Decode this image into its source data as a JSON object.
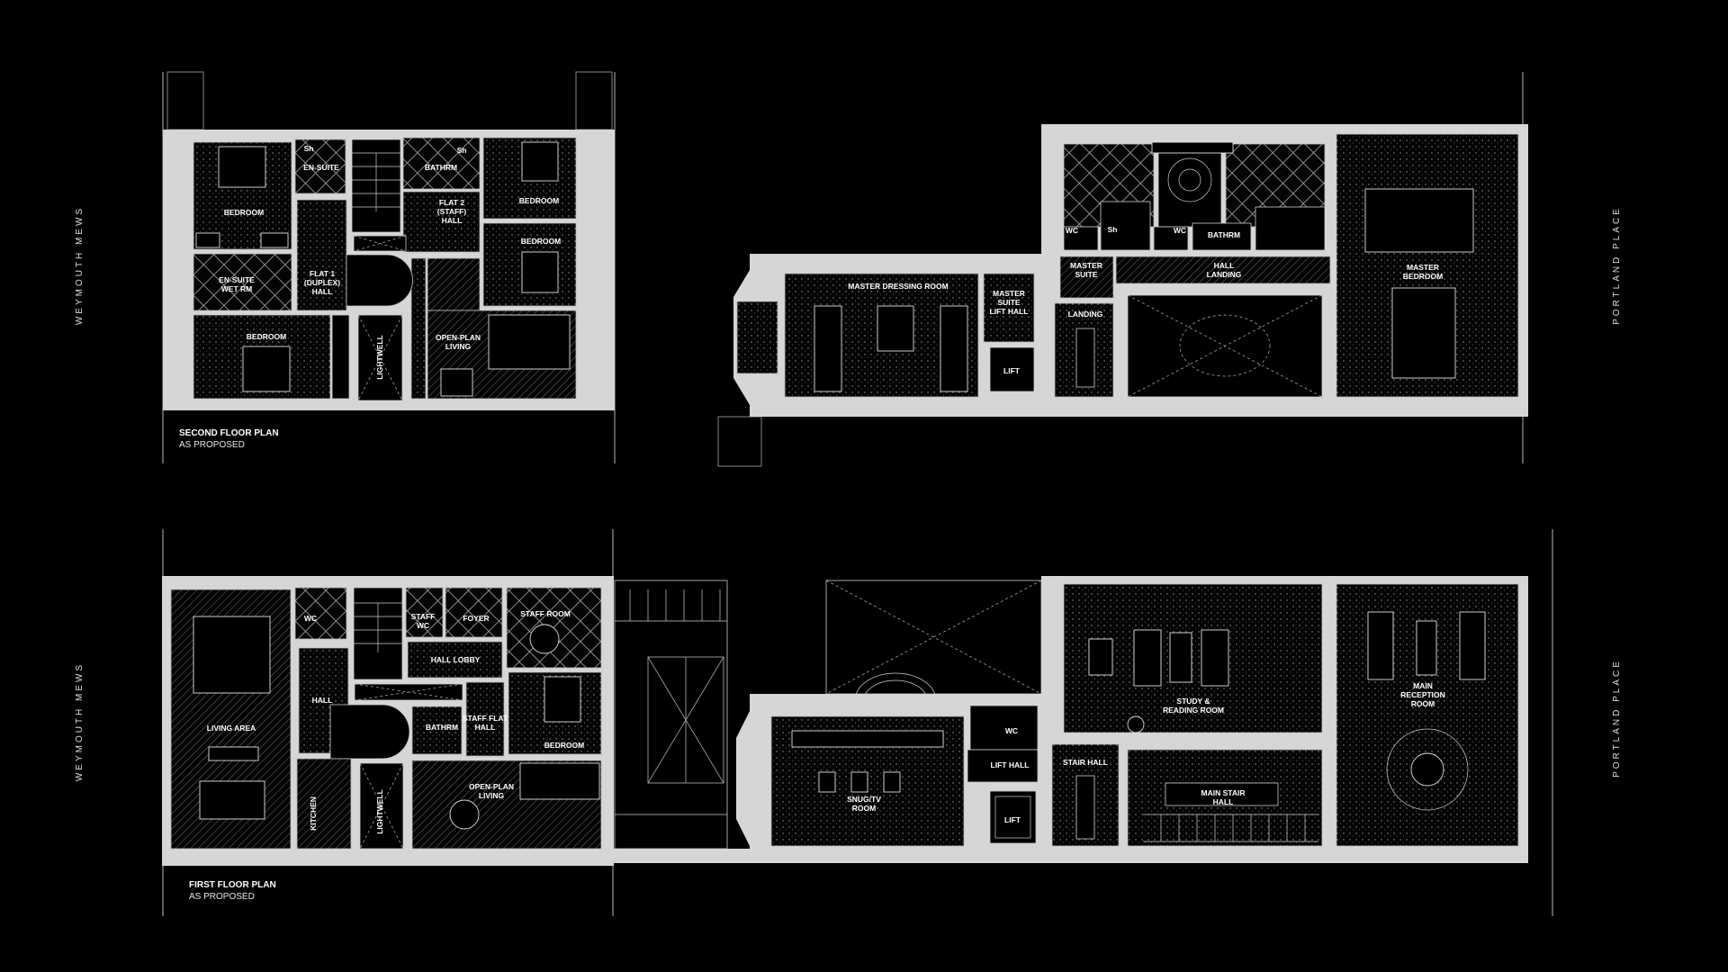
{
  "street_labels": {
    "left": "WEYMOUTH     MEWS",
    "right": "PORTLAND     PLACE"
  },
  "colors": {
    "background": "#000000",
    "walls": "#d6d6d6",
    "text": "#ffffff"
  },
  "second_floor": {
    "title": "SECOND FLOOR PLAN",
    "subtitle": "AS PROPOSED",
    "rooms": [
      {
        "lines": [
          "EN-SUITE"
        ]
      },
      {
        "lines": [
          "BATHRM"
        ]
      },
      {
        "lines": [
          "BEDROOM"
        ]
      },
      {
        "lines": [
          "FLAT 2",
          "(STAFF)",
          "HALL"
        ]
      },
      {
        "lines": [
          "BEDROOM"
        ]
      },
      {
        "lines": [
          "BEDROOM"
        ]
      },
      {
        "lines": [
          "EN-SUITE",
          "WET RM"
        ]
      },
      {
        "lines": [
          "FLAT 1",
          "(DUPLEX)",
          "HALL"
        ]
      },
      {
        "lines": [
          "BEDROOM"
        ]
      },
      {
        "lines": [
          "LIGHTWELL"
        ]
      },
      {
        "lines": [
          "OPEN-PLAN",
          "LIVING"
        ]
      },
      {
        "lines": [
          "WC"
        ]
      },
      {
        "lines": [
          "Sh"
        ]
      },
      {
        "lines": [
          "WC"
        ]
      },
      {
        "lines": [
          "BATHRM"
        ]
      },
      {
        "lines": [
          "MASTER",
          "SUITE"
        ]
      },
      {
        "lines": [
          "HALL",
          "LANDING"
        ]
      },
      {
        "lines": [
          "MASTER",
          "BEDROOM"
        ]
      },
      {
        "lines": [
          "MASTER DRESSING ROOM"
        ]
      },
      {
        "lines": [
          "MASTER",
          "SUITE",
          "LIFT HALL"
        ]
      },
      {
        "lines": [
          "LANDING"
        ]
      },
      {
        "lines": [
          "LIFT"
        ]
      },
      {
        "lines": [
          "Sh"
        ]
      },
      {
        "lines": [
          "Sh"
        ]
      }
    ]
  },
  "first_floor": {
    "title": "FIRST FLOOR PLAN",
    "subtitle": "AS PROPOSED",
    "rooms": [
      {
        "lines": [
          "WC"
        ]
      },
      {
        "lines": [
          "STAFF",
          "WC"
        ]
      },
      {
        "lines": [
          "FOYER"
        ]
      },
      {
        "lines": [
          "STAFF ROOM"
        ]
      },
      {
        "lines": [
          "HALL LOBBY"
        ]
      },
      {
        "lines": [
          "HALL"
        ]
      },
      {
        "lines": [
          "LIVING AREA"
        ]
      },
      {
        "lines": [
          "BATHRM"
        ]
      },
      {
        "lines": [
          "STAFF FLAT",
          "HALL"
        ]
      },
      {
        "lines": [
          "BEDROOM"
        ]
      },
      {
        "lines": [
          "KITCHEN"
        ]
      },
      {
        "lines": [
          "LIGHTWELL"
        ]
      },
      {
        "lines": [
          "OPEN-PLAN",
          "LIVING"
        ]
      },
      {
        "lines": [
          "WC"
        ]
      },
      {
        "lines": [
          "LIFT HALL"
        ]
      },
      {
        "lines": [
          "STAIR HALL"
        ]
      },
      {
        "lines": [
          "STUDY &",
          "READING ROOM"
        ]
      },
      {
        "lines": [
          "MAIN",
          "RECEPTION",
          "ROOM"
        ]
      },
      {
        "lines": [
          "SNUG/TV",
          "ROOM"
        ]
      },
      {
        "lines": [
          "MAIN STAIR",
          "HALL"
        ]
      },
      {
        "lines": [
          "LIFT"
        ]
      }
    ]
  }
}
